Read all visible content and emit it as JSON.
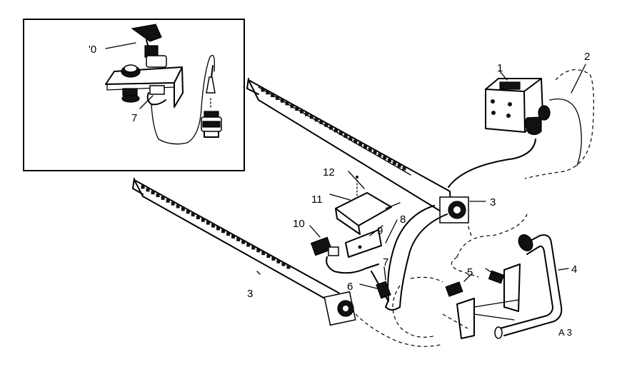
{
  "callouts": {
    "inset_10": "'0",
    "inset_7": "7",
    "c1": "1",
    "c2": "2",
    "c3_right": "3",
    "c3_left": "3",
    "c4": "4",
    "c5": "5",
    "c6": "6",
    "c7": "7",
    "c8": "8",
    "c9": "9",
    "c10": "10",
    "c11": "11",
    "c12": "12"
  },
  "figure_code": "A 3"
}
